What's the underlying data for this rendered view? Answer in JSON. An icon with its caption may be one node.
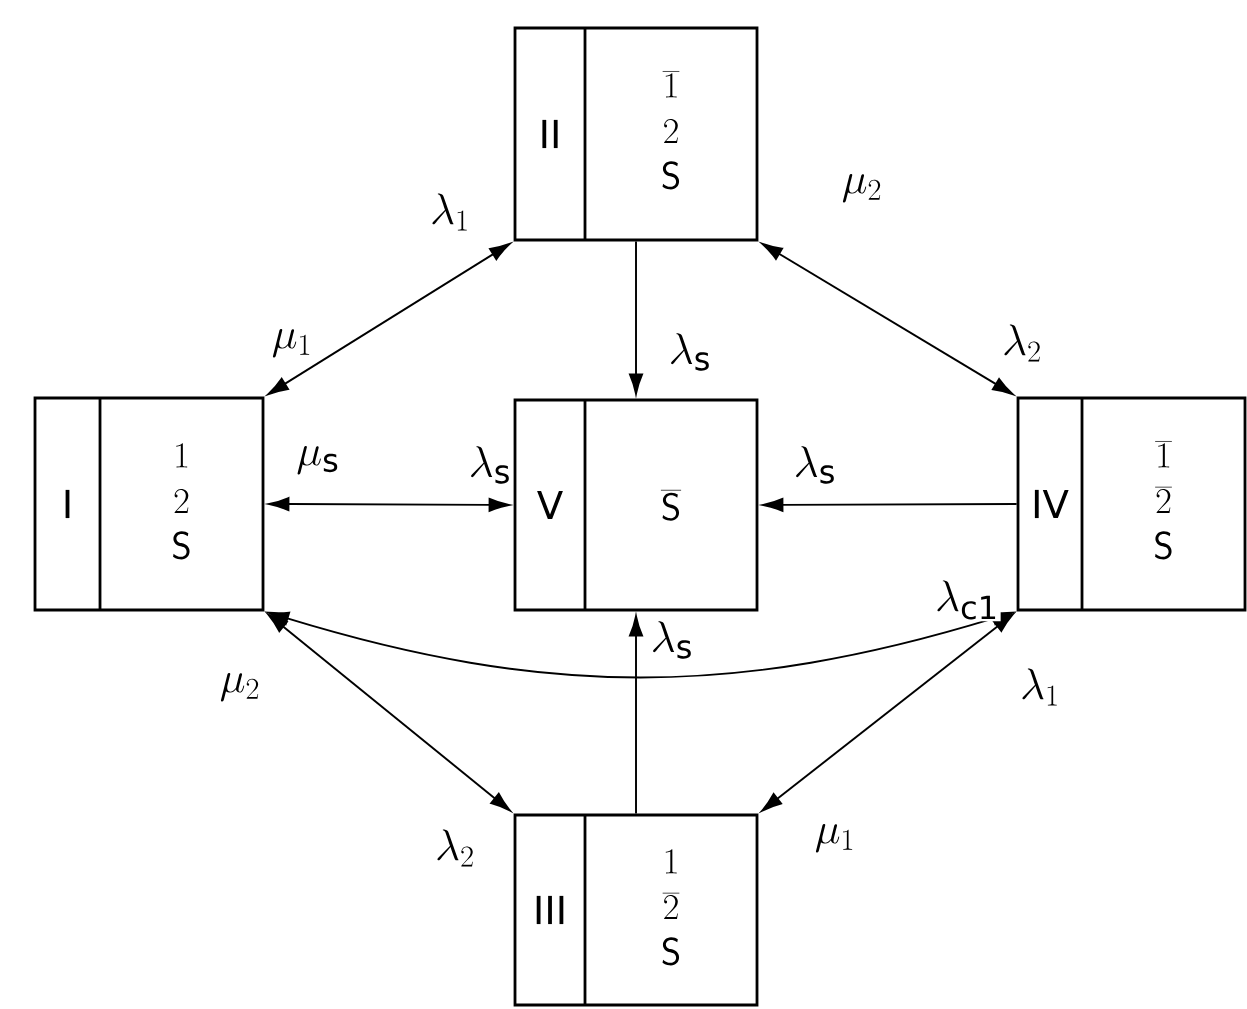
{
  "diagram": {
    "nodes": [
      {
        "text": [
          "II",
          "\\begin{array}{c}\\overline{1}\\\\ 2\\\\ \\mathsf{S}\\end{array}"
        ]
      },
      {
        "text": [
          "I",
          "\\begin{array}{c}1\\\\ 2\\\\ \\mathsf{S}\\end{array}"
        ]
      },
      {
        "text": [
          "V",
          "\\overline{\\mathsf{S}}"
        ]
      },
      {
        "text": [
          "IV",
          "\\begin{array}{c}\\overline{1}\\\\ \\overline{2}\\\\ \\mathsf{S}\\end{array}"
        ]
      },
      {
        "text": [
          "III",
          "\\begin{array}{c}1\\\\ \\overline{2}\\\\ \\mathsf{S}\\end{array}"
        ]
      }
    ],
    "edges": [
      {
        "from": 1,
        "to": 0,
        "arrow": "both"
      },
      {
        "from": 0,
        "to": 3,
        "arrow": "both"
      },
      {
        "from": 0,
        "to": 2,
        "arrow": "to",
        "label": "\\lambda_{\\mathrm{s}}"
      },
      {
        "from": 1,
        "to": 2,
        "arrow": "both"
      },
      {
        "from": 3,
        "to": 2,
        "arrow": "to",
        "label": "\\lambda_{\\mathrm{s}}"
      },
      {
        "from": 1,
        "to": 3,
        "arrow": "both"
      },
      {
        "from": 1,
        "to": 4,
        "arrow": "both"
      },
      {
        "from": 4,
        "to": 2,
        "arrow": "to",
        "label": "\\lambda_{\\mathrm{s}}"
      },
      {
        "from": 4,
        "to": 3,
        "arrow": "both"
      }
    ],
    "labels": [
      "\\lambda_1",
      "\\mu_2",
      "\\mu_1",
      "\\lambda_2",
      "\\mu_{\\mathrm{s}}",
      "\\lambda_{\\mathrm{s}}",
      "\\lambda_{\\mathrm{c1}}",
      "\\mu_2",
      "\\lambda_1",
      "\\lambda_2",
      "\\mu_1"
    ]
  }
}
